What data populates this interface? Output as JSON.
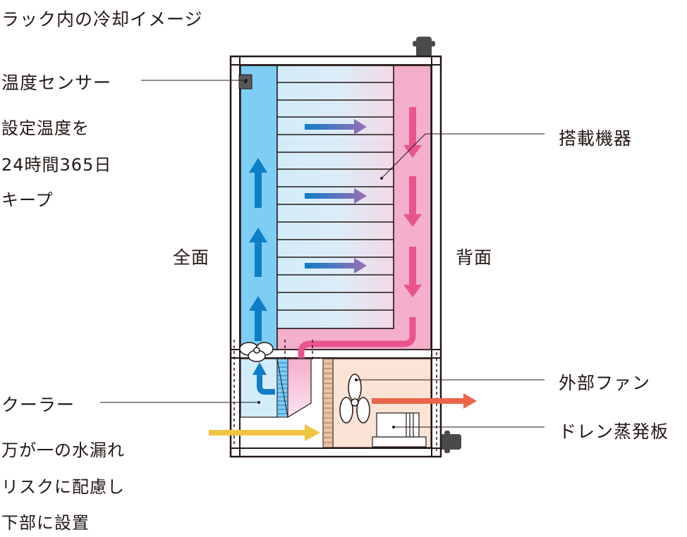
{
  "title": "ラック内の冷却イメージ",
  "labels": {
    "sensor": "温度センサー",
    "sensor_desc": [
      "設定温度を",
      "24時間365日",
      "キープ"
    ],
    "front": "全面",
    "back": "背面",
    "equipment": "搭載機器",
    "external_fan": "外部ファン",
    "drain": "ドレン蒸発板",
    "cooler": "クーラー",
    "cooler_desc": [
      "万が一の水漏れ",
      "リスクに配慮し",
      "下部に設置"
    ]
  },
  "colors": {
    "cold_air": "#7ecdf4",
    "cold_arrow": "#0f7dc6",
    "hot_air": "#f4afcb",
    "hot_arrow": "#e8558e",
    "exhaust_arrow": "#e9654b",
    "intake_arrow": "#f2c443",
    "fan_area": "#fbe3d6",
    "outline": "#231815"
  }
}
